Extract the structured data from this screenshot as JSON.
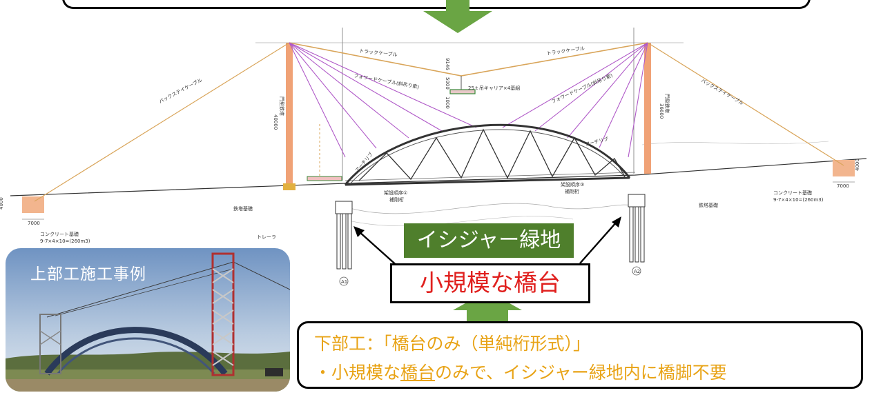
{
  "labels": {
    "green_label": "イシジャー緑地",
    "red_label": "小規模な橋台",
    "photo_title": "上部工施工事例"
  },
  "info_box": {
    "line1": "下部工：「橋台のみ（単純桁形式）」",
    "line2_prefix": "・小規模な",
    "line2_underlined": "橋台",
    "line2_suffix": "のみで、イシジャー緑地内に橋脚不要"
  },
  "drawing": {
    "track_cable": "トラックケーブル",
    "back_stay_cable": "バックステイケーブル",
    "forward_cable": "フォワードケーブル(斜吊り索)",
    "carrier": "25ｔ吊キャリア×4基組",
    "concrete_foundation": "コンクリート基礎",
    "foundation_spec": "9-7×4×10=(260m3)",
    "tower_foundation": "鉄塔基礎",
    "trailer": "トレーラ",
    "tower_height_left": "40000",
    "tower_height_right": "36600",
    "tower_label": "門型鉄塔",
    "dim_7000": "7000",
    "dim_4000": "4000",
    "dim_9146": "9146",
    "dim_5000": "5000",
    "dim_1000": "1000",
    "abutment_a1": "A1",
    "abutment_a2": "A2",
    "arch_rib": "アーチリブ",
    "erection_order_left": "架設順序①",
    "erection_order_right": "架設順序③",
    "stiffening_girder": "補剛桁"
  },
  "colors": {
    "green": "#4f7f2c",
    "red_text": "#e0201e",
    "orange_text": "#e8a316",
    "track_cable": "#d9a55a",
    "forward_cable": "#b05ac8",
    "tower": "#f0a276"
  }
}
